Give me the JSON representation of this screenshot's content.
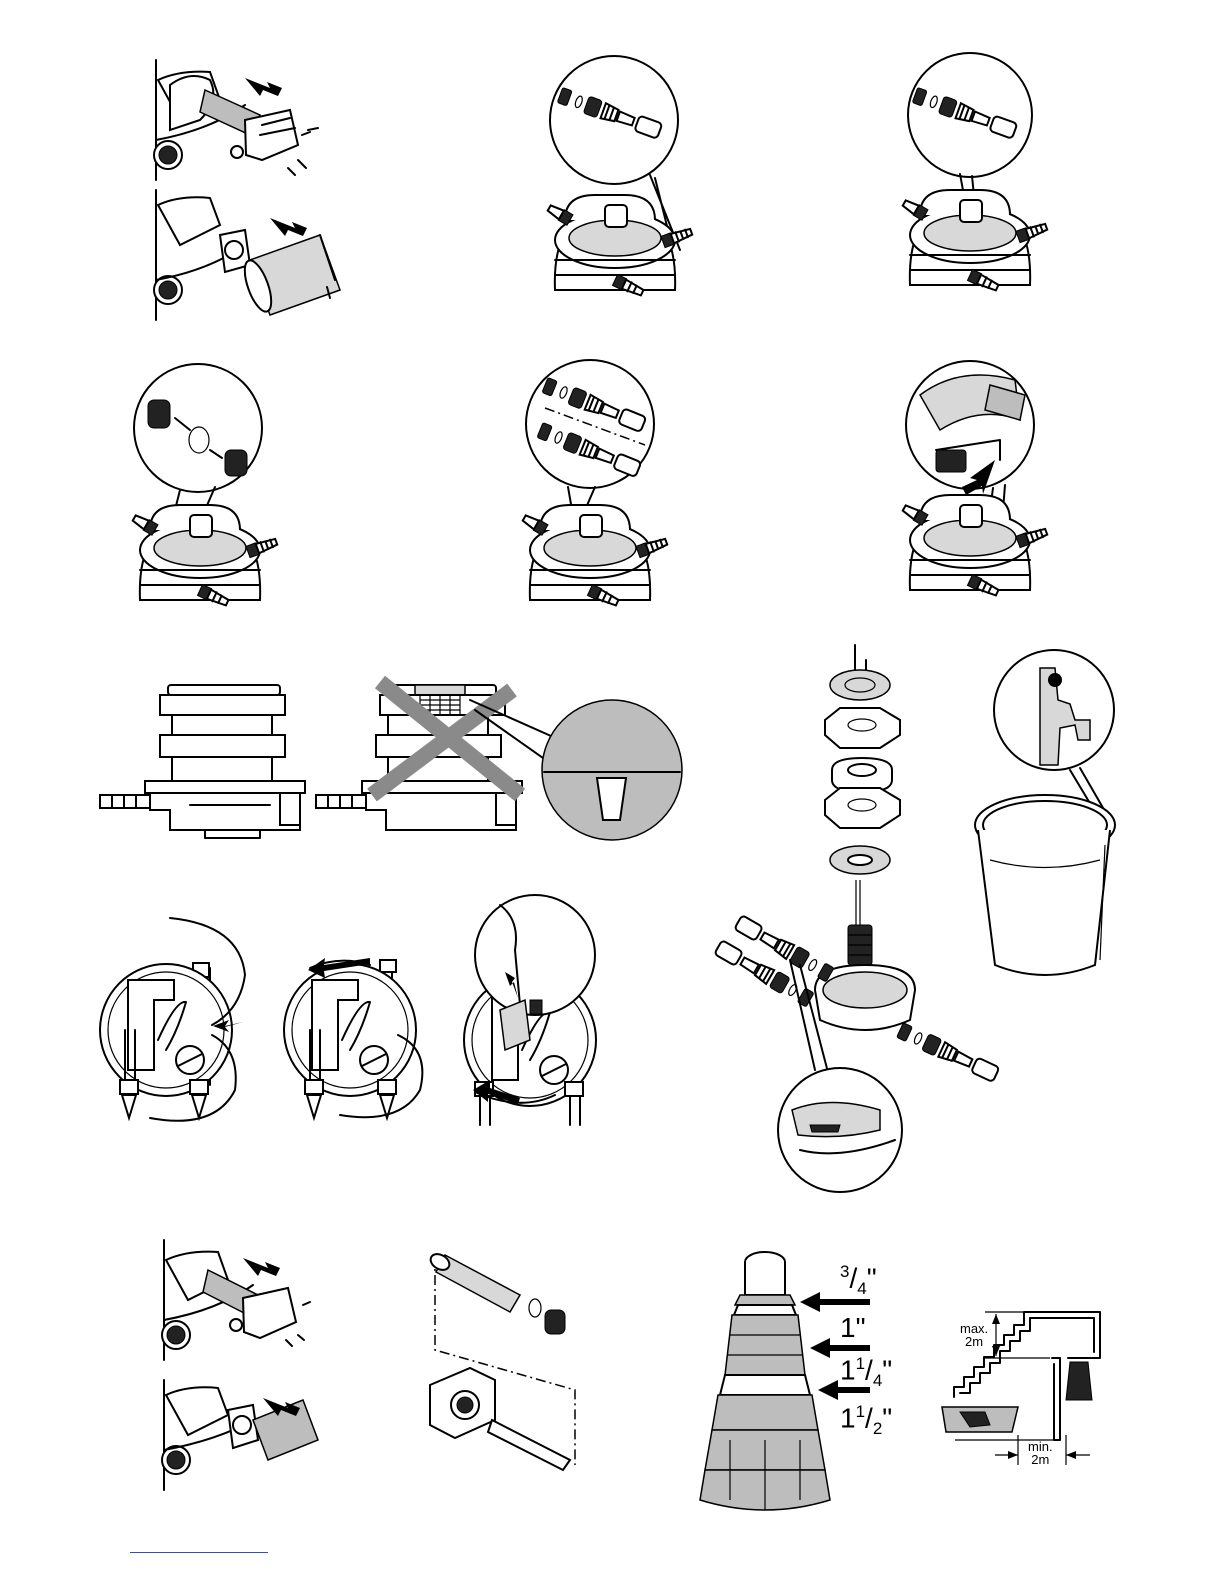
{
  "hose_sizes": {
    "size_3_4": {
      "num": "3",
      "den": "4",
      "mark": "\""
    },
    "size_1": {
      "whole": "1",
      "mark": "\""
    },
    "size_1_1_4": {
      "whole": "1",
      "num": "1",
      "den": "4",
      "mark": "\""
    },
    "size_1_1_2": {
      "whole": "1",
      "num": "1",
      "den": "2",
      "mark": "\""
    }
  },
  "placement": {
    "max_height": "max.\n2m",
    "min_distance": "min.\n2m"
  },
  "colors": {
    "line": "#000000",
    "shade": "#bdbdbd",
    "light_shade": "#d8d8d8",
    "cross": "#8a8a8a",
    "footer_rule": "#3050c0"
  }
}
